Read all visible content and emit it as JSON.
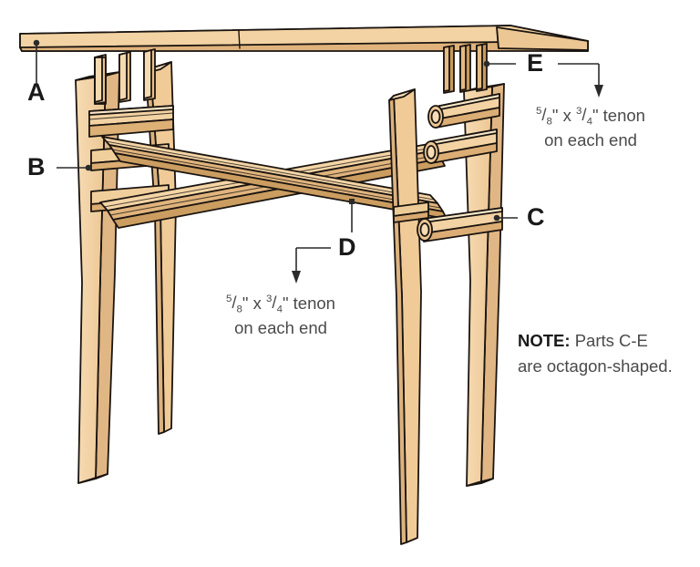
{
  "figure": {
    "title": "Exploded woodworking assembly diagram of a side table",
    "background_color": "#ffffff",
    "wood_light": "#f5d6a8",
    "wood_mid": "#e8bf85",
    "wood_dark": "#c99a5b",
    "wood_shadow": "#b07f42",
    "outline_color": "#1a1410",
    "leader_color": "#2b2b2b",
    "label_color": "#1a1a1a",
    "note_color": "#4a4a4a"
  },
  "callouts": [
    {
      "id": "A",
      "label": "A",
      "part": "tabletop"
    },
    {
      "id": "B",
      "label": "B",
      "part": "leg"
    },
    {
      "id": "C",
      "label": "C",
      "part": "lower-side-stretcher"
    },
    {
      "id": "D",
      "label": "D",
      "part": "cross-stretcher"
    },
    {
      "id": "E",
      "label": "E",
      "part": "upper-rail-tenon"
    }
  ],
  "annotations": {
    "tenon_e": {
      "line1_num1": "5",
      "line1_den1": "8",
      "line1_mid": "\" x ",
      "line1_num2": "3",
      "line1_den2": "4",
      "line1_tail": "\" tenon",
      "line2": "on each end"
    },
    "tenon_d": {
      "line1_num1": "5",
      "line1_den1": "8",
      "line1_mid": "\" x ",
      "line1_num2": "3",
      "line1_den2": "4",
      "line1_tail": "\" tenon",
      "line2": "on each end"
    },
    "note": {
      "prefix": "NOTE:",
      "line1": " Parts C-E",
      "line2": "are octagon-shaped."
    }
  }
}
